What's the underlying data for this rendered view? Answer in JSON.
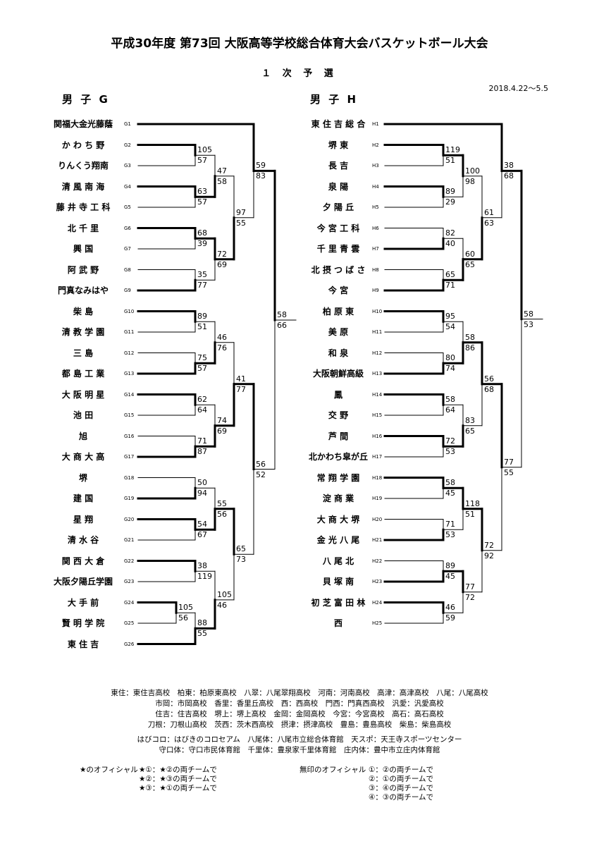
{
  "title": "平成30年度 第73回 大阪高等学校総合体育大会バスケットボール大会",
  "subtitle": "１ 次 予 選",
  "date": "2018.4.22～5.5",
  "groupG": {
    "header": "男 子 G",
    "teams": [
      {
        "name": "関福大金光藤蔭",
        "code": "G1"
      },
      {
        "name": "か わ ち 野",
        "code": "G2"
      },
      {
        "name": "りんくう翔南",
        "code": "G3"
      },
      {
        "name": "清 風 南 海",
        "code": "G4"
      },
      {
        "name": "藤 井 寺 工 科",
        "code": "G5"
      },
      {
        "name": "北 千 里",
        "code": "G6"
      },
      {
        "name": "興 国",
        "code": "G7"
      },
      {
        "name": "阿 武 野",
        "code": "G8"
      },
      {
        "name": "門真なみはや",
        "code": "G9"
      },
      {
        "name": "柴 島",
        "code": "G10"
      },
      {
        "name": "清 教 学 園",
        "code": "G11"
      },
      {
        "name": "三 島",
        "code": "G12"
      },
      {
        "name": "都 島 工 業",
        "code": "G13"
      },
      {
        "name": "大 阪 明 星",
        "code": "G14"
      },
      {
        "name": "池 田",
        "code": "G15"
      },
      {
        "name": "旭",
        "code": "G16"
      },
      {
        "name": "大 商 大 高",
        "code": "G17"
      },
      {
        "name": "堺",
        "code": "G18"
      },
      {
        "name": "建 国",
        "code": "G19"
      },
      {
        "name": "星 翔",
        "code": "G20"
      },
      {
        "name": "清 水 谷",
        "code": "G21"
      },
      {
        "name": "関 西 大 倉",
        "code": "G22"
      },
      {
        "name": "大阪夕陽丘学園",
        "code": "G23"
      },
      {
        "name": "大 手 前",
        "code": "G24"
      },
      {
        "name": "賢 明 学 院",
        "code": "G25"
      },
      {
        "name": "東 住 吉",
        "code": "G26"
      }
    ]
  },
  "groupH": {
    "header": "男 子 H",
    "teams": [
      {
        "name": "東 住 吉 総 合",
        "code": "H1"
      },
      {
        "name": "堺 東",
        "code": "H2"
      },
      {
        "name": "長 吉",
        "code": "H3"
      },
      {
        "name": "泉 陽",
        "code": "H4"
      },
      {
        "name": "夕 陽 丘",
        "code": "H5"
      },
      {
        "name": "今 宮 工 科",
        "code": "H6"
      },
      {
        "name": "千 里 青 雲",
        "code": "H7"
      },
      {
        "name": "北 摂 つ ば さ",
        "code": "H8"
      },
      {
        "name": "今 宮",
        "code": "H9"
      },
      {
        "name": "柏 原 東",
        "code": "H10"
      },
      {
        "name": "美 原",
        "code": "H11"
      },
      {
        "name": "和 泉",
        "code": "H12"
      },
      {
        "name": "大阪朝鮮高級",
        "code": "H13"
      },
      {
        "name": "鳳",
        "code": "H14"
      },
      {
        "name": "交 野",
        "code": "H15"
      },
      {
        "name": "芦 間",
        "code": "H16"
      },
      {
        "name": "北かわち皐が丘",
        "code": "H17"
      },
      {
        "name": "常 翔 学 園",
        "code": "H18"
      },
      {
        "name": "淀 商 業",
        "code": "H19"
      },
      {
        "name": "大 商 大 堺",
        "code": "H20"
      },
      {
        "name": "金 光 八 尾",
        "code": "H21"
      },
      {
        "name": "八 尾 北",
        "code": "H22"
      },
      {
        "name": "貝 塚 南",
        "code": "H23"
      },
      {
        "name": "初 芝 富 田 林",
        "code": "H24"
      },
      {
        "name": "西",
        "code": "H25"
      }
    ]
  },
  "scoresG": [
    "105",
    "57",
    "63",
    "57",
    "47",
    "58",
    "68",
    "39",
    "35",
    "77",
    "72",
    "69",
    "97",
    "55",
    "59",
    "83",
    "89",
    "51",
    "75",
    "57",
    "46",
    "76",
    "62",
    "64",
    "71",
    "87",
    "74",
    "69",
    "41",
    "77",
    "50",
    "94",
    "54",
    "67",
    "55",
    "56",
    "38",
    "119",
    "105",
    "56",
    "88",
    "55",
    "105",
    "46",
    "65",
    "73",
    "56",
    "52",
    "58",
    "66"
  ],
  "scoresH": [
    "119",
    "51",
    "89",
    "29",
    "100",
    "98",
    "82",
    "40",
    "65",
    "71",
    "60",
    "65",
    "61",
    "63",
    "38",
    "68",
    "95",
    "54",
    "80",
    "74",
    "58",
    "86",
    "58",
    "64",
    "72",
    "53",
    "83",
    "65",
    "56",
    "68",
    "58",
    "45",
    "71",
    "53",
    "118",
    "51",
    "89",
    "45",
    "46",
    "59",
    "77",
    "72",
    "72",
    "92",
    "77",
    "55",
    "58",
    "53"
  ],
  "notes": [
    "東住：東住吉高校　柏東：柏原東高校　八翠：八尾翠翔高校　河南：河南高校　高津：高津高校　八尾：八尾高校",
    "市岡：市岡高校　香里：香里丘高校　西：西高校　門西：門真西高校　汎愛：汎愛高校",
    "住吉：住吉高校　堺上：堺上高校　金岡：金岡高校　今宮：今宮高校　高石：高石高校",
    "刀根：刀根山高校　茨西：茨木西高校　摂津：摂津高校　豊島：豊島高校　柴島：柴島高校"
  ],
  "venues": [
    "はびコロ：はびきのコロセアム　八尾体：八尾市立総合体育館　天スポ：天王寺スポーツセンター",
    "守口体：守口市民体育館　千里体：豊泉家千里体育館　庄内体：豊中市立庄内体育館"
  ],
  "officialsLeft": {
    "heading": "★のオフィシャル",
    "lines": [
      "★①：★②の両チームで",
      "★②：★③の両チームで",
      "★③：★①の両チームで"
    ]
  },
  "officialsRight": {
    "heading": "無印のオフィシャル",
    "lines": [
      "①：②の両チームで",
      "②：①の両チームで",
      "③：④の両チームで",
      "④：③の両チームで"
    ]
  }
}
